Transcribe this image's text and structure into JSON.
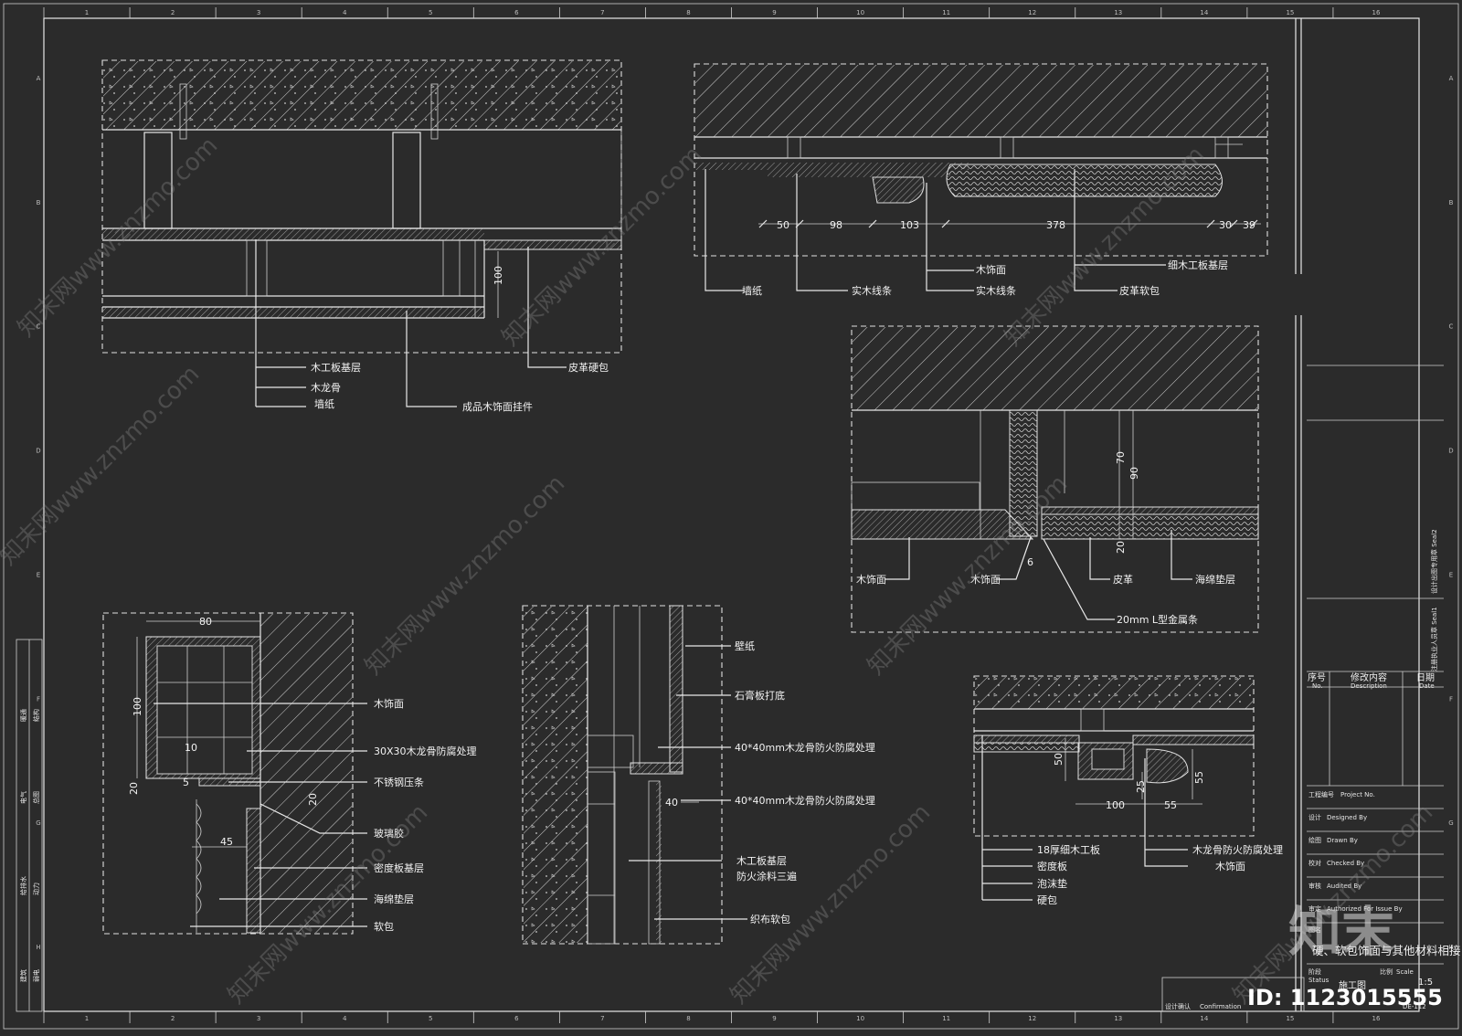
{
  "grid": {
    "cols": [
      "1",
      "2",
      "3",
      "4",
      "5",
      "6",
      "7",
      "8",
      "9",
      "10",
      "11",
      "12",
      "13",
      "14",
      "15",
      "16"
    ],
    "rows": [
      "A",
      "B",
      "C",
      "D",
      "E",
      "F",
      "G",
      "H"
    ]
  },
  "detail1": {
    "dim_100": "100",
    "labels": [
      "木工板基层",
      "木龙骨",
      "墙纸",
      "成品木饰面挂件",
      "皮革硬包"
    ]
  },
  "detail2": {
    "dims": [
      "50",
      "98",
      "103",
      "378",
      "30",
      "39"
    ],
    "labels": [
      "墙纸",
      "实木线条",
      "木饰面",
      "实木线条",
      "皮革软包",
      "细木工板基层"
    ]
  },
  "detail3": {
    "dims": [
      "70",
      "90",
      "20",
      "6"
    ],
    "labels": [
      "木饰面",
      "木饰面",
      "皮革",
      "海绵垫层",
      "20mm L型金属条"
    ]
  },
  "detail4": {
    "dims": [
      "80",
      "100",
      "10",
      "20",
      "5",
      "20",
      "45"
    ],
    "labels": [
      "木饰面",
      "30X30木龙骨防腐处理",
      "不锈钢压条",
      "玻璃胶",
      "密度板基层",
      "海绵垫层",
      "软包"
    ]
  },
  "detail5": {
    "dims": [
      "40"
    ],
    "labels": [
      "壁纸",
      "石膏板打底",
      "40*40mm木龙骨防火防腐处理",
      "40*40mm木龙骨防火防腐处理",
      "木工板基层",
      "防火涂料三遍",
      "织布软包"
    ]
  },
  "detail6": {
    "dims": [
      "50",
      "55",
      "25",
      "100",
      "55"
    ],
    "labels_left": [
      "18厚细木工板",
      "密度板",
      "泡沫垫",
      "硬包"
    ],
    "labels_right": [
      "木龙骨防火防腐处理",
      "木饰面"
    ]
  },
  "left_strip": [
    "暖通",
    "电气",
    "给排水",
    "建筑",
    "结构",
    "总图",
    "动力",
    "弱电"
  ],
  "title_block": {
    "vertical_1": "设计出图专用章 Seal2",
    "vertical_2": "注册执业人员章 Seal1",
    "rev_no": "序号",
    "rev_no_en": "No.",
    "rev_desc": "修改内容",
    "rev_desc_en": "Description",
    "rev_date": "日期",
    "rev_date_en": "Date",
    "project_no": "工程编号",
    "project_no_en": "Project No.",
    "designed": "设计",
    "designed_en": "Designed By",
    "drawn": "绘图",
    "drawn_en": "Drawn By",
    "checked": "校对",
    "checked_en": "Checked By",
    "audited": "审核",
    "audited_en": "Audited By",
    "authorized": "审定",
    "authorized_en": "Authorized For Issue By",
    "title_label": "图名",
    "title": "硬、软包饰面与其他材料相接",
    "stage": "阶段",
    "stage_en": "Status",
    "stage_value": "施工图",
    "scale": "比例",
    "scale_en": "Scale",
    "scale_value": "1:5",
    "confirm": "设计确认",
    "confirm_en": "Confirmation",
    "sheet_no": "DE-112"
  },
  "watermark": {
    "text": "知末网www.znzmo.com",
    "logo": "知末",
    "id": "ID: 1123015555"
  }
}
